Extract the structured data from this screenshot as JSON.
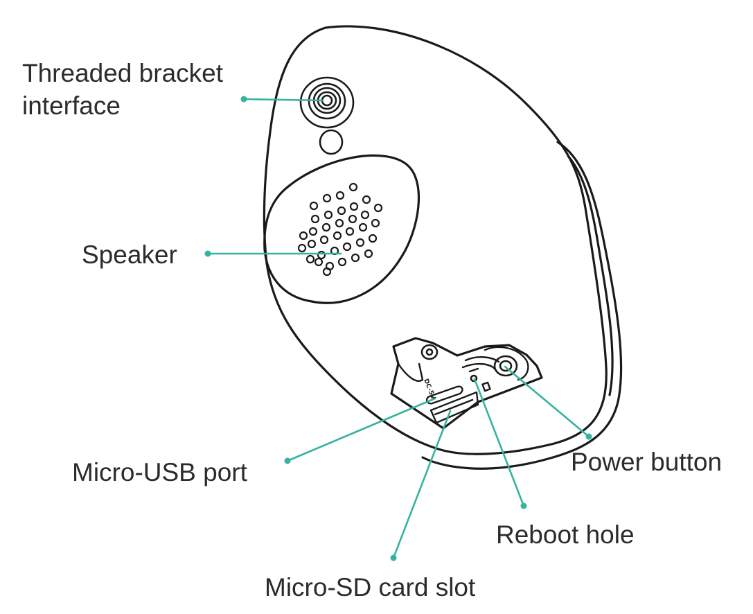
{
  "labels": {
    "threaded_bracket_line1": "Threaded bracket",
    "threaded_bracket_line2": "interface",
    "speaker": "Speaker",
    "micro_usb": "Micro-USB port",
    "power_button": "Power button",
    "reboot_hole": "Reboot hole",
    "micro_sd": "Micro-SD card slot"
  },
  "device_markings": {
    "dc": "DC-5V"
  },
  "colors": {
    "leader": "#35b2a0",
    "outline": "#1a1a1a",
    "text": "#2b2b2b"
  }
}
